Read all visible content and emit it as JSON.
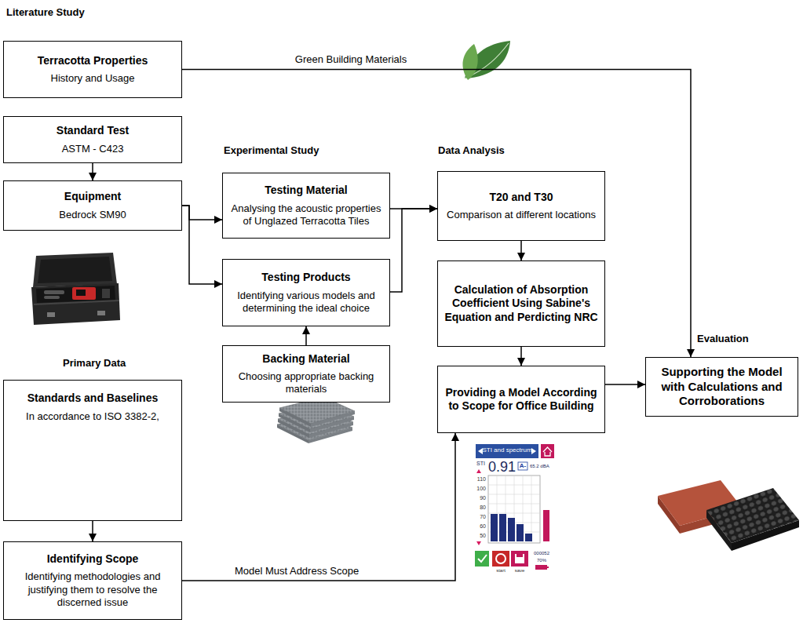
{
  "diagram": {
    "nodes": [
      {
        "text": [
          "Terracotta Properties",
          "History and Usage"
        ]
      },
      {
        "text": [
          "Standard Test",
          "ASTM - C423"
        ]
      },
      {
        "text": [
          "Equipment",
          "Bedrock SM90"
        ]
      },
      {
        "text": [
          "Testing Material",
          "Analysing the acoustic properties of Unglazed Terracotta Tiles"
        ]
      },
      {
        "text": [
          "Testing Products",
          "Identifying various models and determining the ideal choice"
        ]
      },
      {
        "text": [
          "Backing Material",
          "Choosing appropriate backing materials"
        ]
      },
      {
        "text": [
          "T20 and T30",
          "Comparison at different locations"
        ]
      },
      {
        "text": [
          "Calculation of Absorption Coefficient Using Sabine's Equation and Perdicting NRC"
        ]
      },
      {
        "text": [
          "Providing a Model According to Scope for Office Building"
        ]
      },
      {
        "text": [
          "Supporting the Model with Calculations and Corroborations"
        ]
      },
      {
        "text": [
          "Standards and Baselines",
          "In accordance to ISO 3382-2,"
        ]
      },
      {
        "text": [
          "Identifying Scope",
          "Identifying methodologies and justifying them to resolve the discerned issue"
        ]
      }
    ],
    "edges": [
      {
        "from": 0,
        "to": 9,
        "label": "Green Building Materials",
        "arrow": "to"
      },
      {
        "from": 1,
        "to": 2,
        "arrow": "to"
      },
      {
        "from": 2,
        "to": 3,
        "arrow": "to"
      },
      {
        "from": 2,
        "to": 4,
        "arrow": "to"
      },
      {
        "from": 3,
        "to": 6,
        "arrow": "to"
      },
      {
        "from": 4,
        "to": 6,
        "arrow": "to"
      },
      {
        "from": 5,
        "to": 4,
        "arrow": "to"
      },
      {
        "from": 6,
        "to": 7,
        "arrow": "to"
      },
      {
        "from": 7,
        "to": 8,
        "arrow": "to"
      },
      {
        "from": 8,
        "to": 9,
        "arrow": "to"
      },
      {
        "from": 10,
        "to": 11,
        "arrow": "to"
      },
      {
        "from": 11,
        "to": 8,
        "label": "Model Must Address Scope",
        "arrow": "to"
      }
    ],
    "labels": [
      "Literature Study",
      "Experimental Study",
      "Data Analysis",
      "Primary Data",
      "Evaluation",
      "STI and spectrum",
      "STI",
      "0.91",
      "A-",
      "65.2 dBA",
      "110",
      "100",
      "90",
      "80",
      "70",
      "60",
      "50",
      "start",
      "save",
      "000052",
      "70%"
    ]
  }
}
